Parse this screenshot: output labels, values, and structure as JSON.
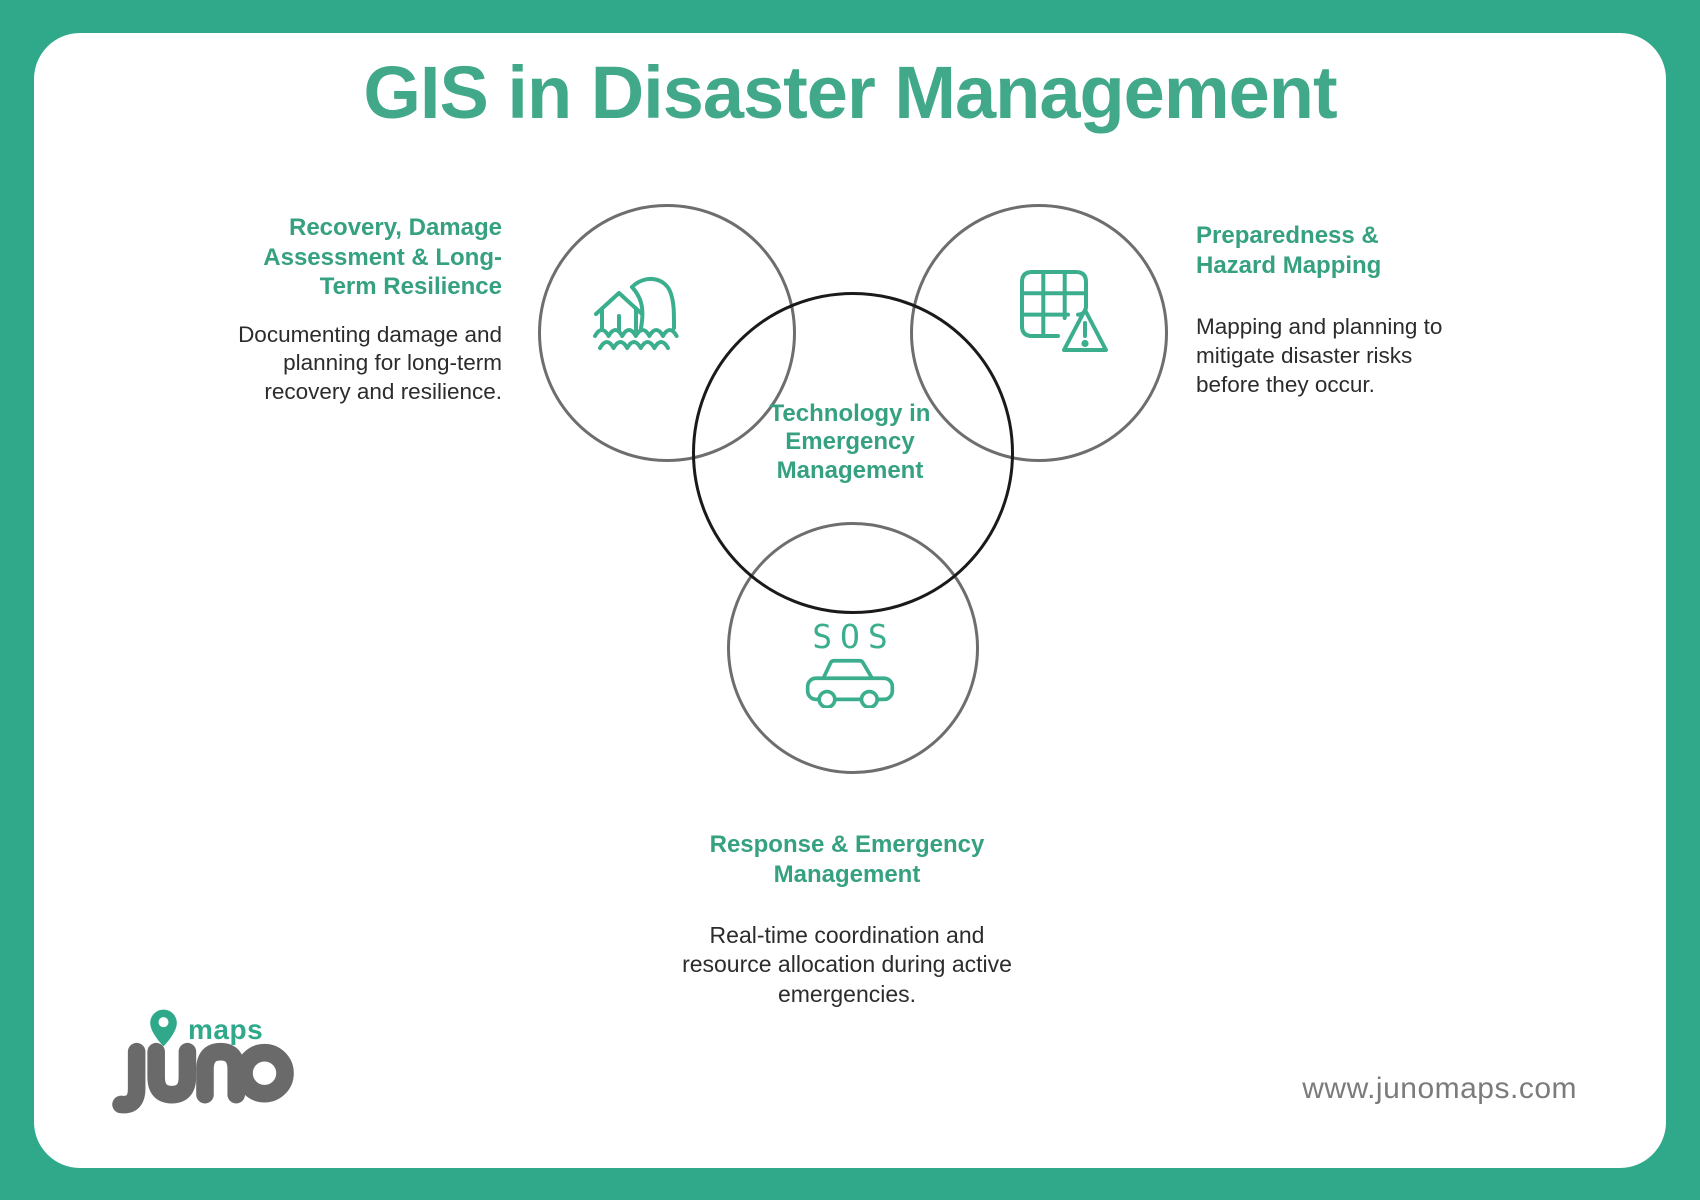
{
  "header": {
    "title": "GIS in Disaster Management"
  },
  "venn": {
    "center_label": "Technology in\nEmergency\nManagement",
    "circles": [
      {
        "id": "recovery",
        "icon": "flood-house-wave-icon"
      },
      {
        "id": "preparedness",
        "icon": "map-grid-hazard-icon"
      },
      {
        "id": "response",
        "icon": "emergency-car-icon",
        "icon_text": "SOS"
      }
    ]
  },
  "sections": {
    "recovery": {
      "heading": "Recovery, Damage\nAssessment & Long-\nTerm Resilience",
      "body": "Documenting damage and\nplanning for long-term\nrecovery and resilience."
    },
    "preparedness": {
      "heading": "Preparedness &\nHazard Mapping",
      "body": "Mapping and planning to\nmitigate disaster risks\nbefore they occur."
    },
    "response": {
      "heading": "Response & Emergency\nManagement",
      "body": "Real-time coordination and\nresource allocation during active\nemergencies."
    }
  },
  "footer": {
    "brand_name": "juno",
    "brand_tag": "maps",
    "pin_icon": "map-pin-icon",
    "website": "www.junomaps.com"
  },
  "colors": {
    "frame_green": "#2fa98a",
    "title_green": "#41a88a",
    "heading_green": "#35a181",
    "icon_green": "#3bae8e",
    "circle_gray": "#6e6e6e",
    "circle_black": "#1a1a1a",
    "body_text": "#2c2c2c",
    "footer_gray": "#7b7b7b",
    "wordmark_gray": "#6a6a6a"
  }
}
